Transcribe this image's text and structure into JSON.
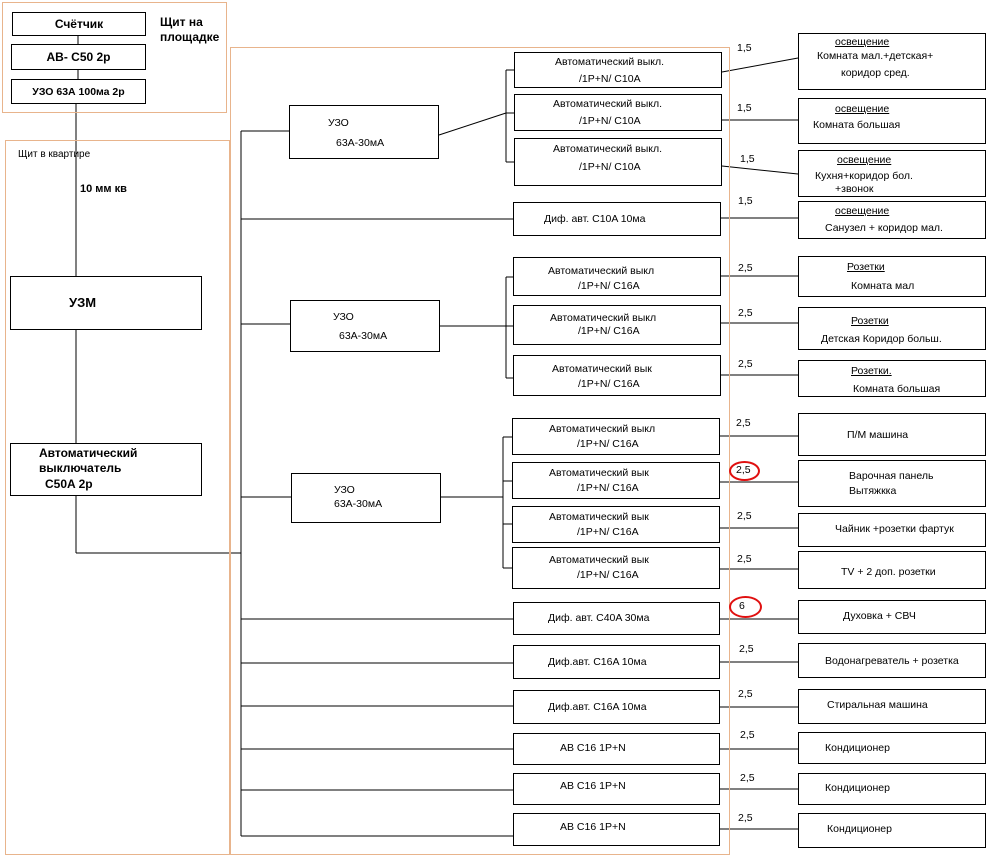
{
  "landing_panel": {
    "title": "Щит на площадке",
    "meter": "Счётчик",
    "breaker": "АВ- С50 2р",
    "rcd": "УЗО 63А 100ма 2р"
  },
  "apartment_panel": {
    "title": "Щит в квартире",
    "cable": "10 мм кв",
    "uzm": "УЗМ",
    "main_breaker": [
      "Автоматический",
      "выключатель",
      "C50A 2p"
    ]
  },
  "rcds": [
    {
      "line1": "УЗО",
      "line2": "63А-30мА"
    },
    {
      "line1": "УЗО",
      "line2": "63А-30мА"
    },
    {
      "line1": "УЗО",
      "line2": "63А-30мА"
    }
  ],
  "breakers": [
    {
      "line1": "Автоматический выкл.",
      "line2": "/1P+N/ C10A"
    },
    {
      "line1": "Автоматический выкл.",
      "line2": "/1P+N/ C10A"
    },
    {
      "line1": "Автоматический выкл.",
      "line2": "/1P+N/ C10A"
    },
    {
      "line1": "Диф. авт. C10A 10ма",
      "line2": ""
    },
    {
      "line1": "Автоматический выкл",
      "line2": "/1P+N/ C16A"
    },
    {
      "line1": "Автоматический выкл",
      "line2": "/1P+N/ C16A"
    },
    {
      "line1": "Автоматический вык",
      "line2": "/1P+N/ C16A"
    },
    {
      "line1": "Автоматический выкл",
      "line2": "/1P+N/ C16A"
    },
    {
      "line1": "Автоматический вык",
      "line2": "/1P+N/ C16A"
    },
    {
      "line1": "Автоматический вык",
      "line2": "/1P+N/ C16A"
    },
    {
      "line1": "Автоматический вык",
      "line2": "/1P+N/ C16A"
    },
    {
      "line1": "Диф. авт. C40A 30ма",
      "line2": ""
    },
    {
      "line1": "Диф.авт. C16A 10ма",
      "line2": ""
    },
    {
      "line1": "Диф.авт. C16A 10ма",
      "line2": ""
    },
    {
      "line1": "АВ C16 1P+N",
      "line2": ""
    },
    {
      "line1": "АВ C16 1P+N",
      "line2": ""
    },
    {
      "line1": "АВ C16 1P+N",
      "line2": ""
    }
  ],
  "cross_sections": [
    "1,5",
    "1,5",
    "1,5",
    "1,5",
    "2,5",
    "2,5",
    "2,5",
    "2,5",
    "2,5",
    "2,5",
    "2,5",
    "6",
    "2,5",
    "2,5",
    "2,5",
    "2,5",
    "2,5"
  ],
  "loads": [
    {
      "head": "освещение",
      "line1": "Комната мал.+детская+",
      "line2": "коридор сред."
    },
    {
      "head": "освещение",
      "line1": "Комната большая",
      "line2": ""
    },
    {
      "head": "освещение",
      "line1": "Кухня+коридор бол.",
      "line2": "+звонок"
    },
    {
      "head": "освещение",
      "line1": "Санузел + коридор мал.",
      "line2": ""
    },
    {
      "head": "Розетки",
      "line1": "Комната мал",
      "line2": ""
    },
    {
      "head": "Розетки",
      "line1": "Детская   Коридор больш.",
      "line2": ""
    },
    {
      "head": "Розетки.",
      "line1": "Комната большая",
      "line2": ""
    },
    {
      "head": "",
      "line1": "П/М машина",
      "line2": ""
    },
    {
      "head": "",
      "line1": "Варочная панель",
      "line2": "Вытяжкка"
    },
    {
      "head": "",
      "line1": "Чайник +розетки фартук",
      "line2": ""
    },
    {
      "head": "",
      "line1": "TV + 2 доп. розетки",
      "line2": ""
    },
    {
      "head": "",
      "line1": "Духовка + СВЧ",
      "line2": ""
    },
    {
      "head": "",
      "line1": "Водонагреватель + розетка",
      "line2": ""
    },
    {
      "head": "",
      "line1": "Стиральная машина",
      "line2": ""
    },
    {
      "head": "",
      "line1": "Кондиционер",
      "line2": ""
    },
    {
      "head": "",
      "line1": "Кондиционер",
      "line2": ""
    },
    {
      "head": "",
      "line1": "Кондиционер",
      "line2": ""
    }
  ],
  "colors": {
    "panel_border": "#e8b48c",
    "highlight": "#e01010"
  }
}
